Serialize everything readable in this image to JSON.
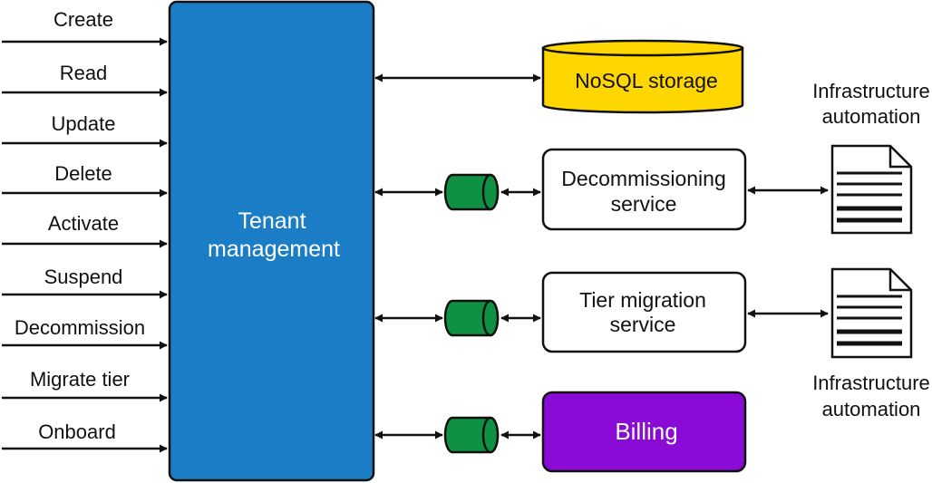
{
  "operations": [
    {
      "label": "Create"
    },
    {
      "label": "Read"
    },
    {
      "label": "Update"
    },
    {
      "label": "Delete"
    },
    {
      "label": "Activate"
    },
    {
      "label": "Suspend"
    },
    {
      "label": "Decommission"
    },
    {
      "label": "Migrate tier"
    },
    {
      "label": "Onboard"
    }
  ],
  "tenant_management": {
    "line1": "Tenant",
    "line2": "management"
  },
  "nosql_storage": {
    "label": "NoSQL storage"
  },
  "decommissioning_service": {
    "line1": "Decommissioning",
    "line2": "service"
  },
  "tier_migration_service": {
    "line1": "Tier migration",
    "line2": "service"
  },
  "billing": {
    "label": "Billing"
  },
  "infrastructure_automation": [
    {
      "line1": "Infrastructure",
      "line2": "automation"
    },
    {
      "line1": "Infrastructure",
      "line2": "automation"
    }
  ],
  "colors": {
    "tenant_box": "#1a7dc6",
    "nosql": "#ffd600",
    "queue": "#0e9142",
    "billing": "#8a0ad6",
    "line": "#111111"
  }
}
